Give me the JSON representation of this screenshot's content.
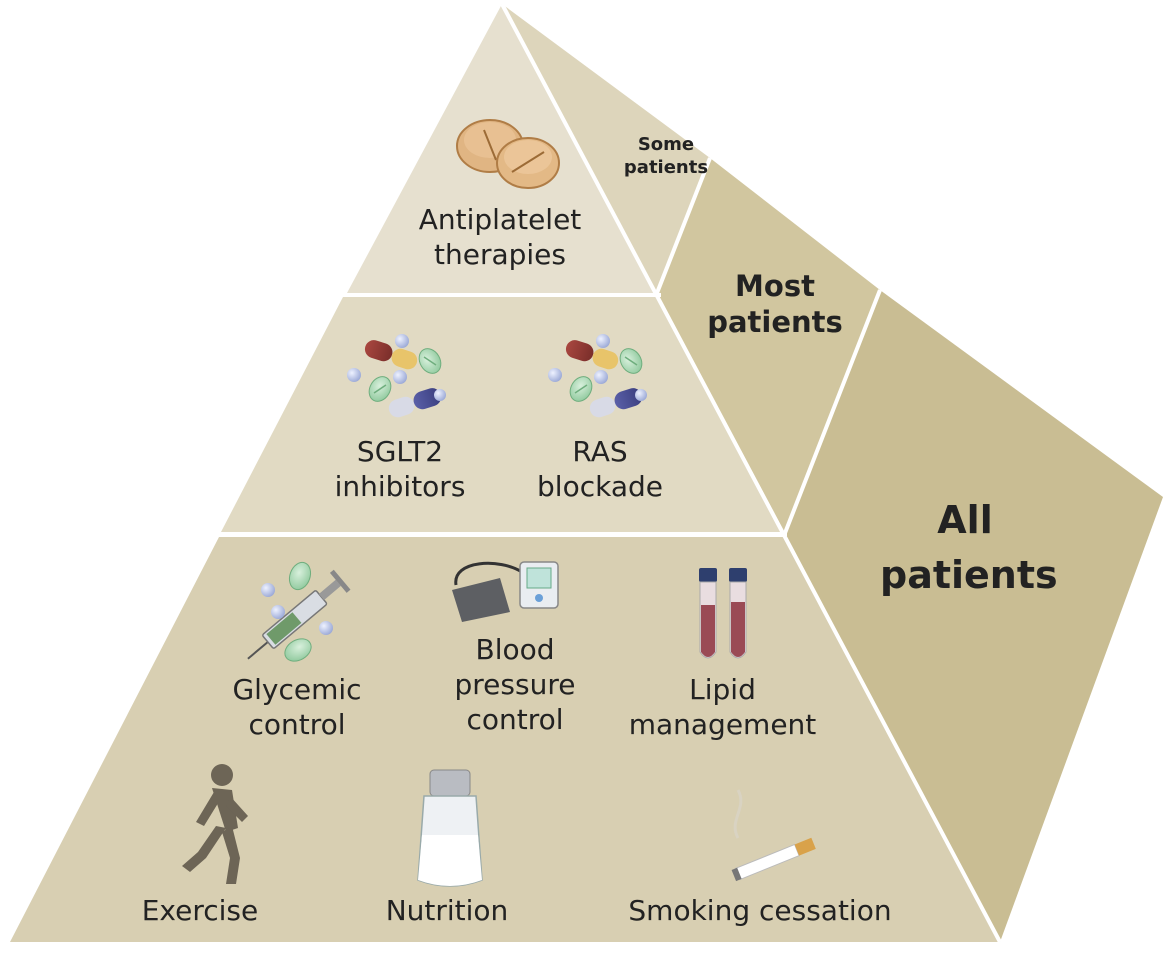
{
  "colors": {
    "top_tier": "#e6e0cf",
    "middle_tier": "#e1dac3",
    "bottom_tier": "#d8cfb2",
    "side_some": "#ddd5bb",
    "side_most": "#d1c69f",
    "side_all": "#c9bd93"
  },
  "side_labels": {
    "some": [
      "Some",
      "patients"
    ],
    "most": [
      "Most",
      "patients"
    ],
    "all": [
      "All",
      "patients"
    ]
  },
  "tiers": {
    "top": [
      {
        "icon": "pills-icon",
        "lines": [
          "Antiplatelet",
          "therapies"
        ]
      }
    ],
    "middle": [
      {
        "icon": "capsules-icon",
        "lines": [
          "SGLT2",
          "inhibitors"
        ]
      },
      {
        "icon": "capsules-icon",
        "lines": [
          "RAS",
          "blockade"
        ]
      }
    ],
    "bottom": [
      {
        "icon": "syringe-icon",
        "lines": [
          "Glycemic",
          "control"
        ]
      },
      {
        "icon": "blood-pressure-monitor-icon",
        "lines": [
          "Blood",
          "pressure",
          "control"
        ]
      },
      {
        "icon": "test-tubes-icon",
        "lines": [
          "Lipid",
          "management"
        ]
      },
      {
        "icon": "runner-icon",
        "lines": [
          "Exercise"
        ]
      },
      {
        "icon": "salt-shaker-icon",
        "lines": [
          "Nutrition"
        ]
      },
      {
        "icon": "cigarette-icon",
        "lines": [
          "Smoking cessation"
        ]
      }
    ]
  }
}
